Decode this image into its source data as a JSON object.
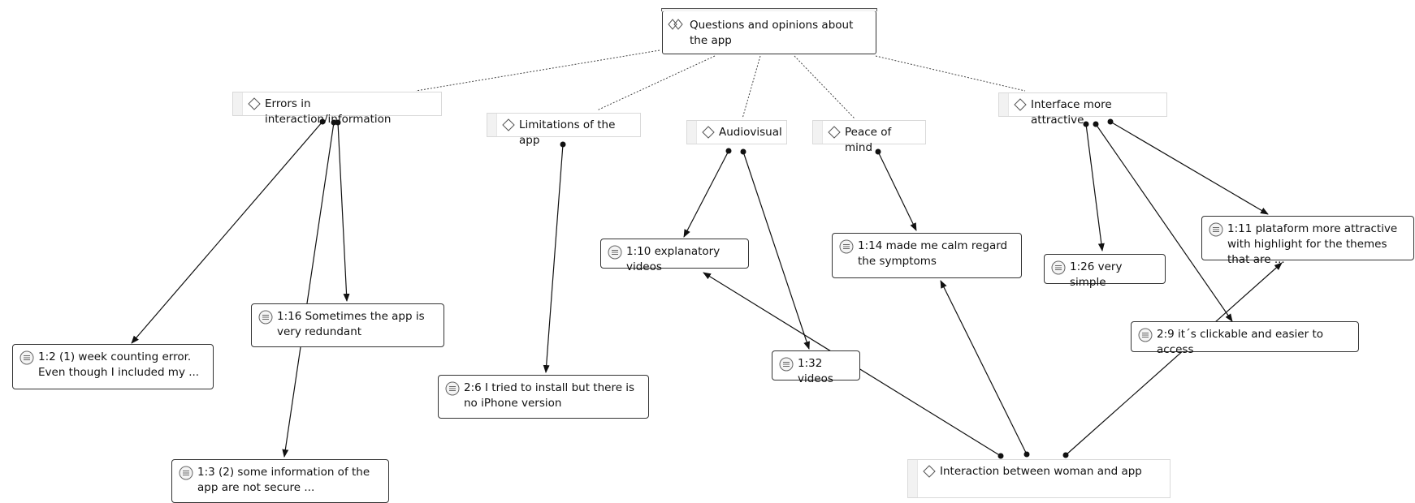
{
  "diagram": {
    "root": {
      "label": "Questions and opinions about the app"
    },
    "codes": {
      "errors": "Errors in interaction/information",
      "limitations": "Limitations of the app",
      "audiovisual": "Audiovisual",
      "peace": "Peace of mind",
      "interface": "Interface more attractive",
      "interaction": "Interaction between woman and app"
    },
    "quotations": {
      "q1_2": "1:2 (1) week counting error. Even though I included my ...",
      "q1_16": "1:16 Sometimes the app is very redundant",
      "q1_3": "1:3 (2) some information of the app are not secure ...",
      "q2_6": "2:6 I tried to install but there is no iPhone version",
      "q1_10": "1:10 explanatory videos",
      "q1_32": "1:32 videos",
      "q1_14": "1:14 made me calm regard the symptoms",
      "q1_26": "1:26 very simple",
      "q1_11": "1:11 plataform more attractive with highlight for the themes that are ...",
      "q2_9": "2:9 it´s clickable and easier to access"
    }
  }
}
